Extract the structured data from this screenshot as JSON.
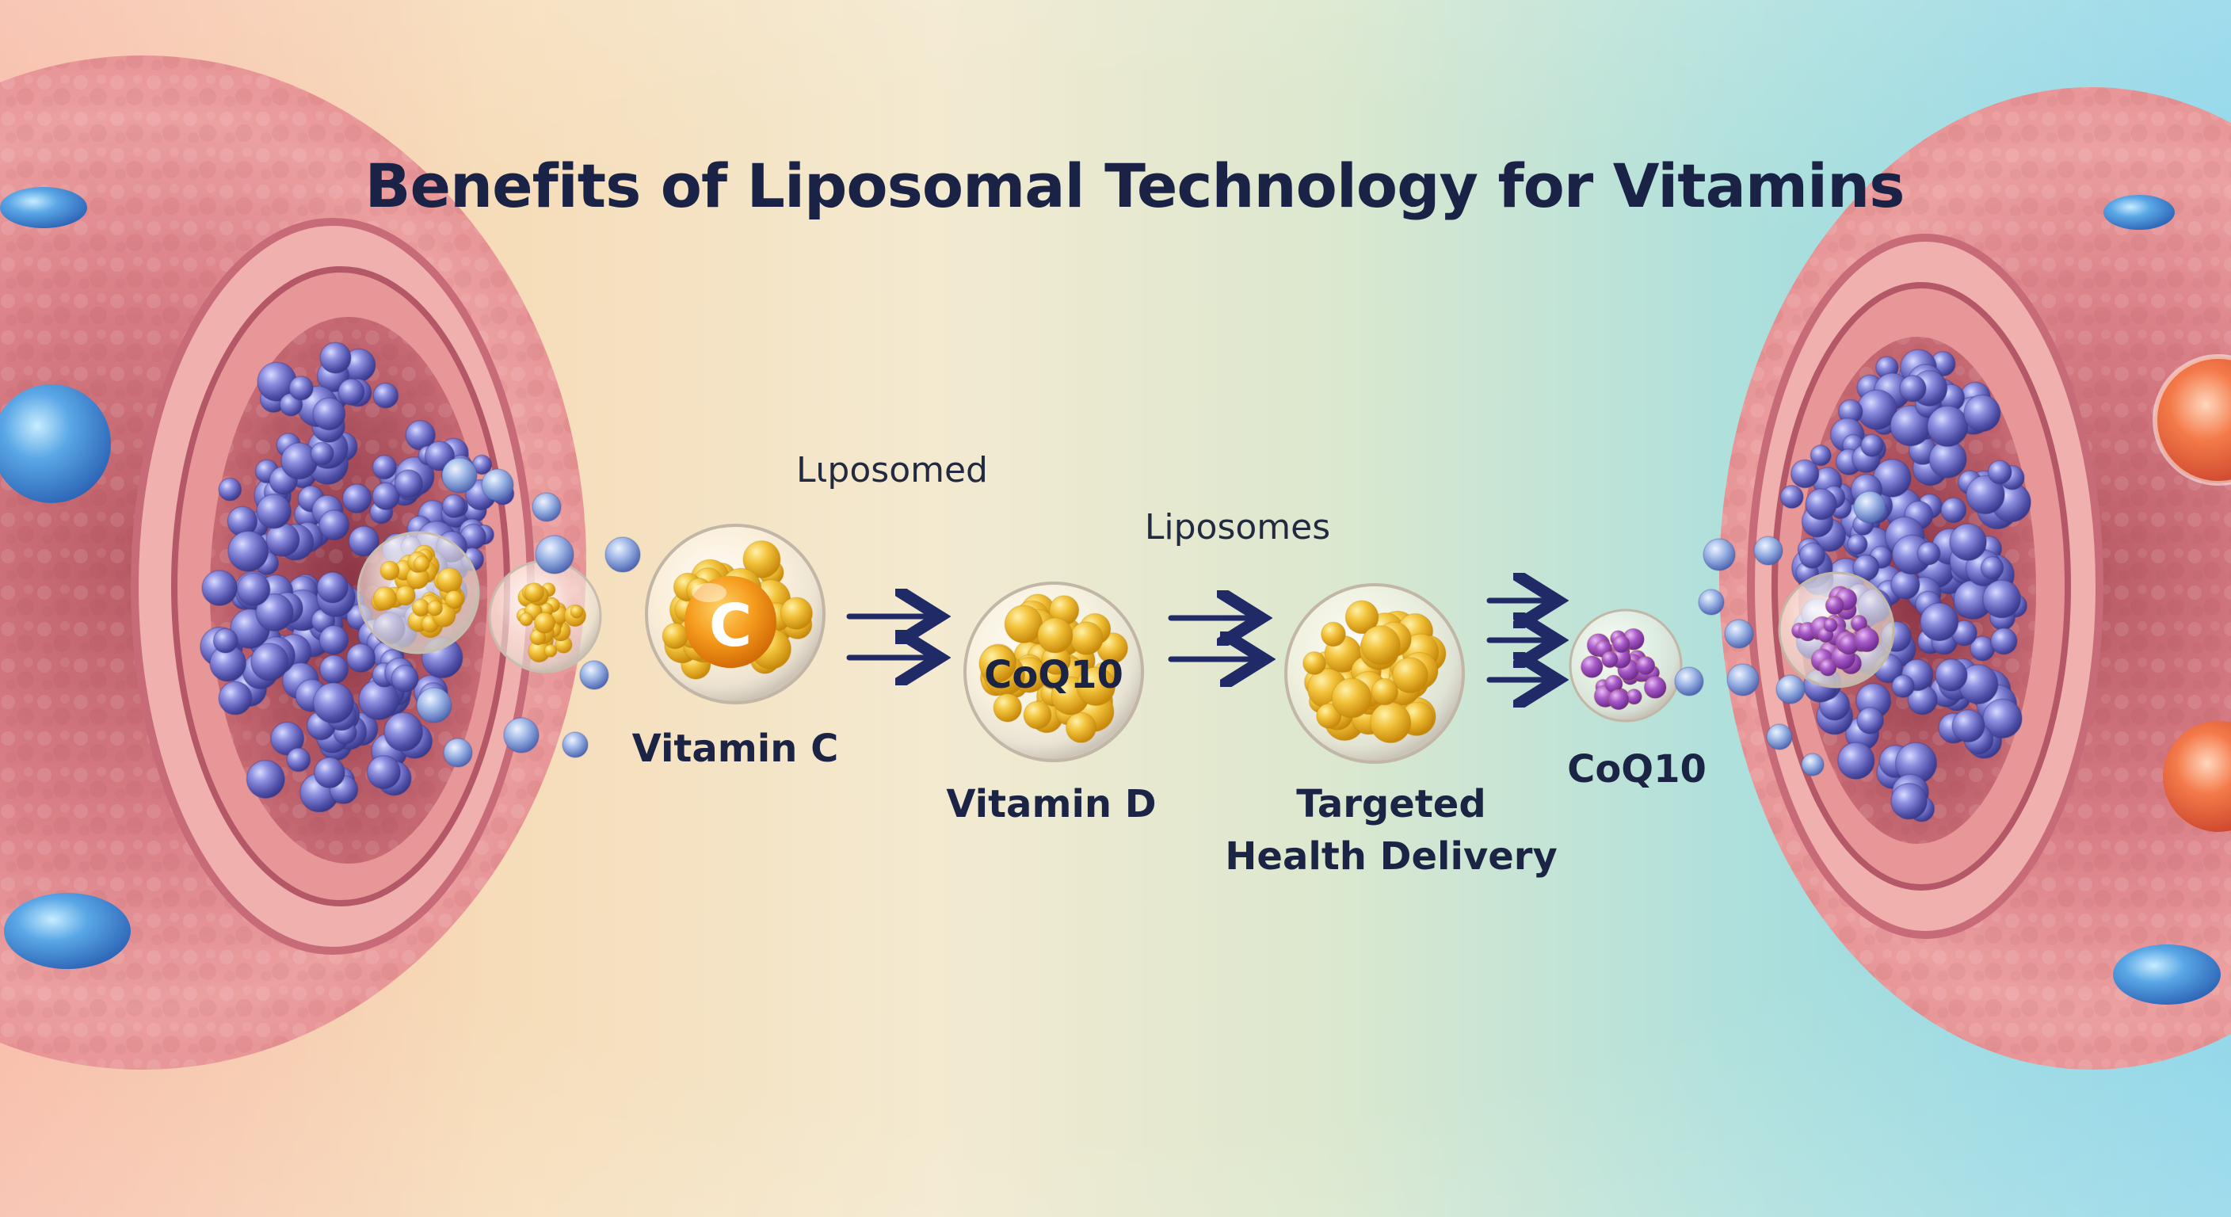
{
  "title": "Benefits of Liposomal Technology for Vitamins",
  "labels": {
    "liposomed": "Lιposomed",
    "liposomes": "Liposomes",
    "vitamin_c": "Vitamin C",
    "vitamin_d": "Vitamin D",
    "targeted_line1": "Targeted",
    "targeted_line2": "Health Delivery",
    "coq10_bottom": "CoQ10"
  },
  "balls": {
    "vitamin_c_letter": "C",
    "coq10_inside": "CoQ10"
  },
  "colors": {
    "bg_left": "#f7b9a1",
    "bg_mid": "#f3e8c6",
    "bg_right": "#7fcfe2",
    "tissue": "#e58f8f",
    "vesicle_purple": "#6f6fc4",
    "gold": "#f0b327",
    "orange_core": "#f39a1e",
    "violet_core": "#a056c0",
    "arrow": "#1f2a66",
    "text": "#1b2444"
  },
  "icons": [
    "vitamin-c-liposome-icon",
    "coq10-liposome-icon",
    "nutrient-liposome-icon",
    "purple-liposome-icon",
    "arrow-right-icon"
  ]
}
